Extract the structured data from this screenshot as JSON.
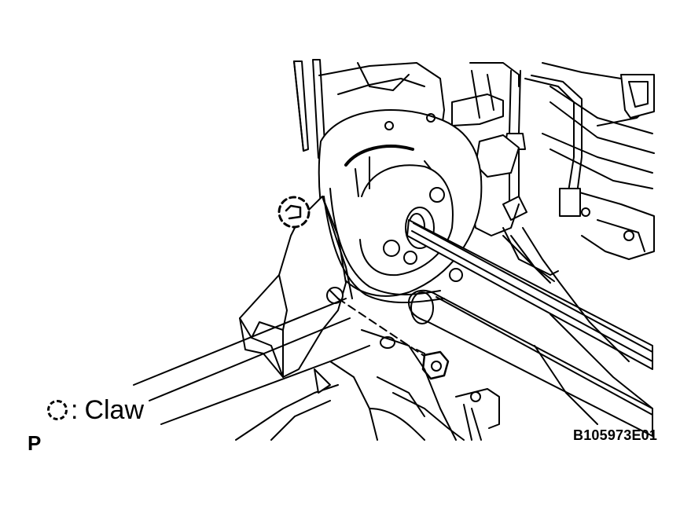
{
  "legend": {
    "symbol": "claw-symbol",
    "separator": ":",
    "label": "Claw"
  },
  "view_letter": "P",
  "figure_code": "B105973E01",
  "colors": {
    "line": "#000000",
    "background": "#ffffff"
  }
}
